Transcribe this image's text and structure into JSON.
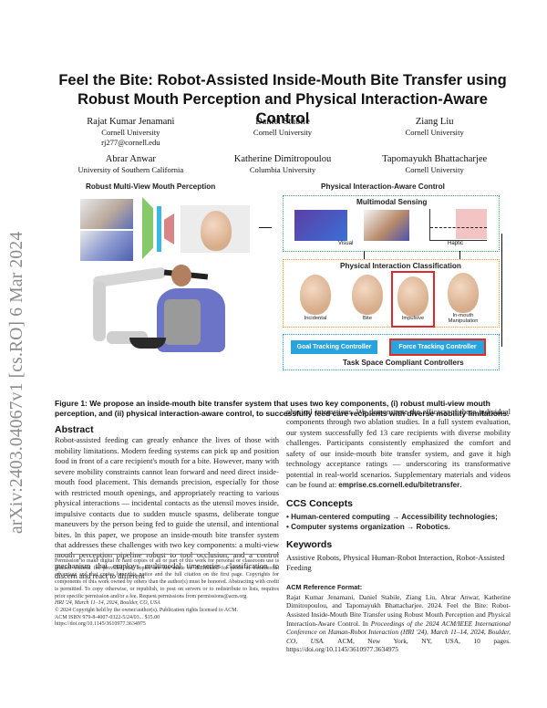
{
  "arxiv_stamp": "arXiv:2403.04067v1  [cs.RO]  6 Mar 2024",
  "title": "Feel the Bite: Robot-Assisted Inside-Mouth Bite Transfer using Robust Mouth Perception and Physical Interaction-Aware Control",
  "authors": [
    {
      "name": "Rajat Kumar Jenamani",
      "affiliation": "Cornell University",
      "email": "rj277@cornell.edu"
    },
    {
      "name": "Daniel Stabile",
      "affiliation": "Cornell University"
    },
    {
      "name": "Ziang Liu",
      "affiliation": "Cornell University"
    },
    {
      "name": "Abrar Anwar",
      "affiliation": "University of Southern California"
    },
    {
      "name": "Katherine Dimitropoulou",
      "affiliation": "Columbia University"
    },
    {
      "name": "Tapomayukh Bhattacharjee",
      "affiliation": "Cornell University"
    }
  ],
  "figure": {
    "left_title": "Robust Multi-View Mouth Perception",
    "right_title": "Physical Interaction-Aware Control",
    "sensing_title": "Multimodal Sensing",
    "sensing_labels": [
      "Visual",
      "Haptic"
    ],
    "classification_title": "Physical Interaction Classification",
    "classes": [
      "Incidental",
      "Bite",
      "Impulsive",
      "In-mouth Manipulation"
    ],
    "controllers": [
      "Goal Tracking Controller",
      "Force Tracking Controller"
    ],
    "controllers_title": "Task Space Compliant Controllers"
  },
  "caption": "Figure 1: We propose an inside-mouth bite transfer system that uses two key components, (i) robust multi-view mouth perception, and (ii) physical interaction-aware control, to successfully feed care recipients with diverse mobility limitations.",
  "abstract": {
    "heading": "Abstract",
    "left_text": "Robot-assisted feeding can greatly enhance the lives of those with mobility limitations. Modern feeding systems can pick up and position food in front of a care recipient's mouth for a bite. However, many with severe mobility constraints cannot lean forward and need direct inside-mouth food placement. This demands precision, especially for those with restricted mouth openings, and appropriately reacting to various physical interactions — incidental contacts as the utensil moves inside, impulsive contacts due to sudden muscle spasms, deliberate tongue maneuvers by the person being fed to guide the utensil, and intentional bites. In this paper, we propose an inside-mouth bite transfer system that addresses these challenges with two key components: a multi-view mouth perception pipeline robust to tool occlusion, and a control mechanism that employs multimodal time-series classification to discern and react to different",
    "right_text": "physical interactions. We demonstrate the efficacy of these individual components through two ablation studies. In a full system evaluation, our system successfully fed 13 care recipients with diverse mobility challenges. Participants consistently emphasized the comfort and safety of our inside-mouth bite transfer system, and gave it high technology acceptance ratings — underscoring its transformative potential in real-world scenarios. Supplementary materials and videos can be found at: ",
    "link": "emprise.cs.cornell.edu/bitetransfer",
    "link_suffix": "."
  },
  "ccs": {
    "heading": "CCS Concepts",
    "items": [
      "• Human-centered computing → Accessibility technologies;",
      "• Computer systems organization → Robotics."
    ]
  },
  "keywords": {
    "heading": "Keywords",
    "text": "Assistive Robots, Physical Human-Robot Interaction, Robot-Assisted Feeding"
  },
  "acm_ref": {
    "heading": "ACM Reference Format:",
    "plain": "Rajat Kumar Jenamani, Daniel Stabile, Ziang Liu, Abrar Anwar, Katherine Dimitropoulou, and Tapomayukh Bhattacharjee. 2024. Feel the Bite: Robot-Assisted Inside-Mouth Bite Transfer using Robust Mouth Perception and Physical Interaction-Aware Control. In ",
    "italic": "Proceedings of the 2024 ACM/IEEE International Conference on Human-Robot Interaction (HRI '24), March 11–14, 2024, Boulder, CO, USA.",
    "tail": " ACM, New York, NY, USA, 10 pages. https://doi.org/10.1145/3610977.3634975"
  },
  "permission": {
    "text": "Permission to make digital or hard copies of all or part of this work for personal or classroom use is granted without fee provided that copies are not made or distributed for profit or commercial advantage and that copies bear this notice and the full citation on the first page. Copyrights for components of this work owned by others than the author(s) must be honored. Abstracting with credit is permitted. To copy otherwise, or republish, to post on servers or to redistribute to lists, requires prior specific permission and/or a fee. Request permissions from permissions@acm.org.",
    "venue": "HRI '24, March 11–14, 2024, Boulder, CO, USA",
    "copyright": "© 2024 Copyright held by the owner/author(s). Publication rights licensed to ACM.",
    "isbn": "ACM ISBN 979-8-4007-0322-5/24/03... $15.00",
    "doi": "https://doi.org/10.1145/3610977.3634975"
  }
}
